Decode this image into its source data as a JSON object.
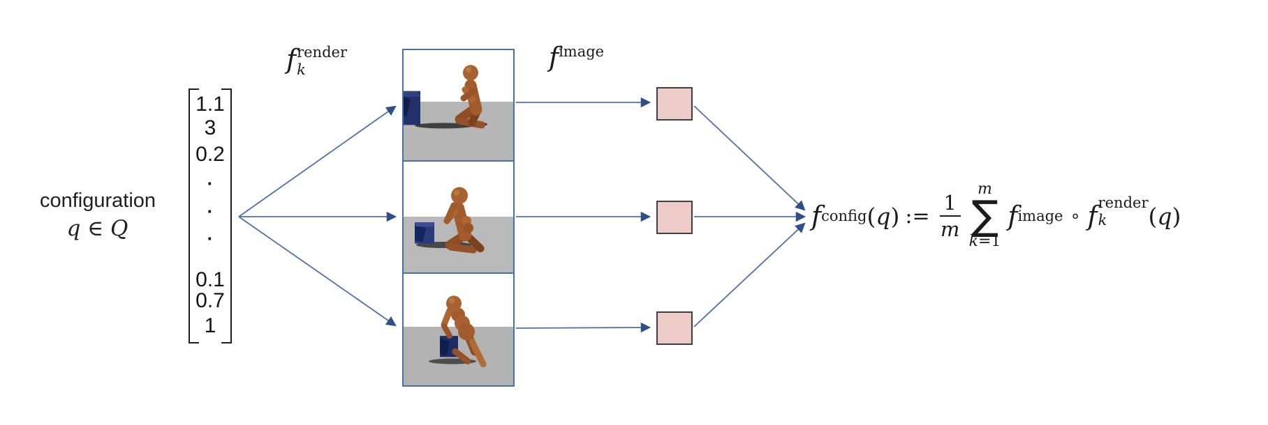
{
  "left": {
    "caption": "configuration",
    "q_in": "q ∈ ",
    "Q": "Q"
  },
  "vector": {
    "rows": [
      "1.1",
      "3",
      "0.2",
      "·",
      "·",
      "·",
      "0.1",
      "0.7",
      "1"
    ]
  },
  "fn_labels": {
    "render": {
      "f": "f",
      "sup": "render",
      "sub": "k"
    },
    "image": {
      "f": "f",
      "sup": "image"
    }
  },
  "formula": {
    "f": "f",
    "config_sup": "config",
    "lparen": "(",
    "q": "q",
    "rparen": ")",
    "assign": ":=",
    "num": "1",
    "den": "m",
    "sum_upper": "m",
    "sum_sym": "∑",
    "sum_lower_k": "k",
    "sum_lower_eq": "=1",
    "f2": "f",
    "image_sup": "image",
    "compose": "∘",
    "f3": "f",
    "render_sup": "render",
    "render_sub": "k",
    "lparen2": "(",
    "q2": "q",
    "rparen2": ")"
  },
  "colors": {
    "arrow_line": "#4f6fab",
    "arrow_head": "#2e4f87",
    "embed_box_fill": "#edcbc9",
    "embed_box_border": "#3e3e3e",
    "render_border": "#4a6fa8",
    "ground_gray": "#b6b6b6",
    "robot_brown": "#a25b2c",
    "cube_navy": "#22316a",
    "text": "#1b1b1b"
  }
}
